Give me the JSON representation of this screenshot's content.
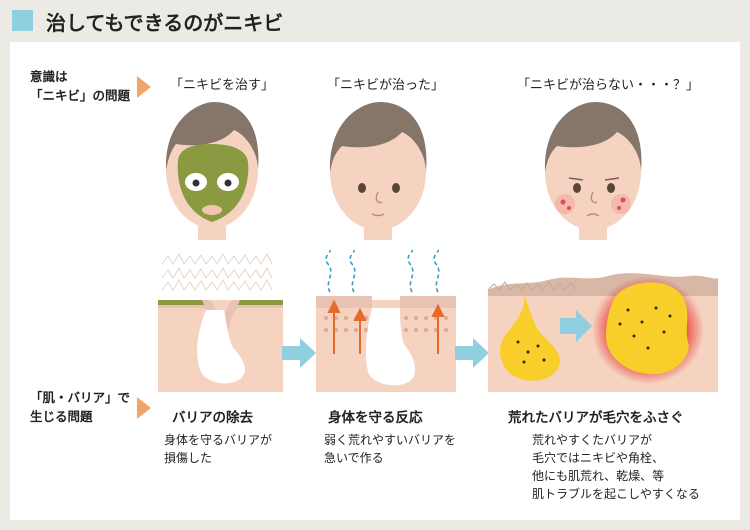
{
  "title": "治してもできるのがニキビ",
  "colors": {
    "accent_square": "#8fcfe0",
    "arrow_orange": "#f4a46a",
    "arrow_blue": "#8fcfe0",
    "skin": "#f6d2c0",
    "pus_yellow": "#f8cf2a"
  },
  "row_labels": {
    "awareness": "意識は\n「ニキビ」の問題",
    "skin_barrier": "「肌・バリア」で\n生じる問題"
  },
  "columns": [
    {
      "title": "「ニキビを治す」",
      "subtitle": "バリアの除去",
      "description": "身体を守るバリアが\n損傷した"
    },
    {
      "title": "「ニキビが治った」",
      "subtitle": "身体を守る反応",
      "description": "弱く荒れやすいバリアを\n急いで作る"
    },
    {
      "title": "「ニキビが治らない・・・？」",
      "subtitle": "荒れたバリアが毛穴をふさぐ",
      "description": "荒れやすくたバリアが\n毛穴ではニキビや角栓、\n他にも肌荒れ、乾燥、等\n肌トラブルを起こしやすくなる"
    }
  ]
}
